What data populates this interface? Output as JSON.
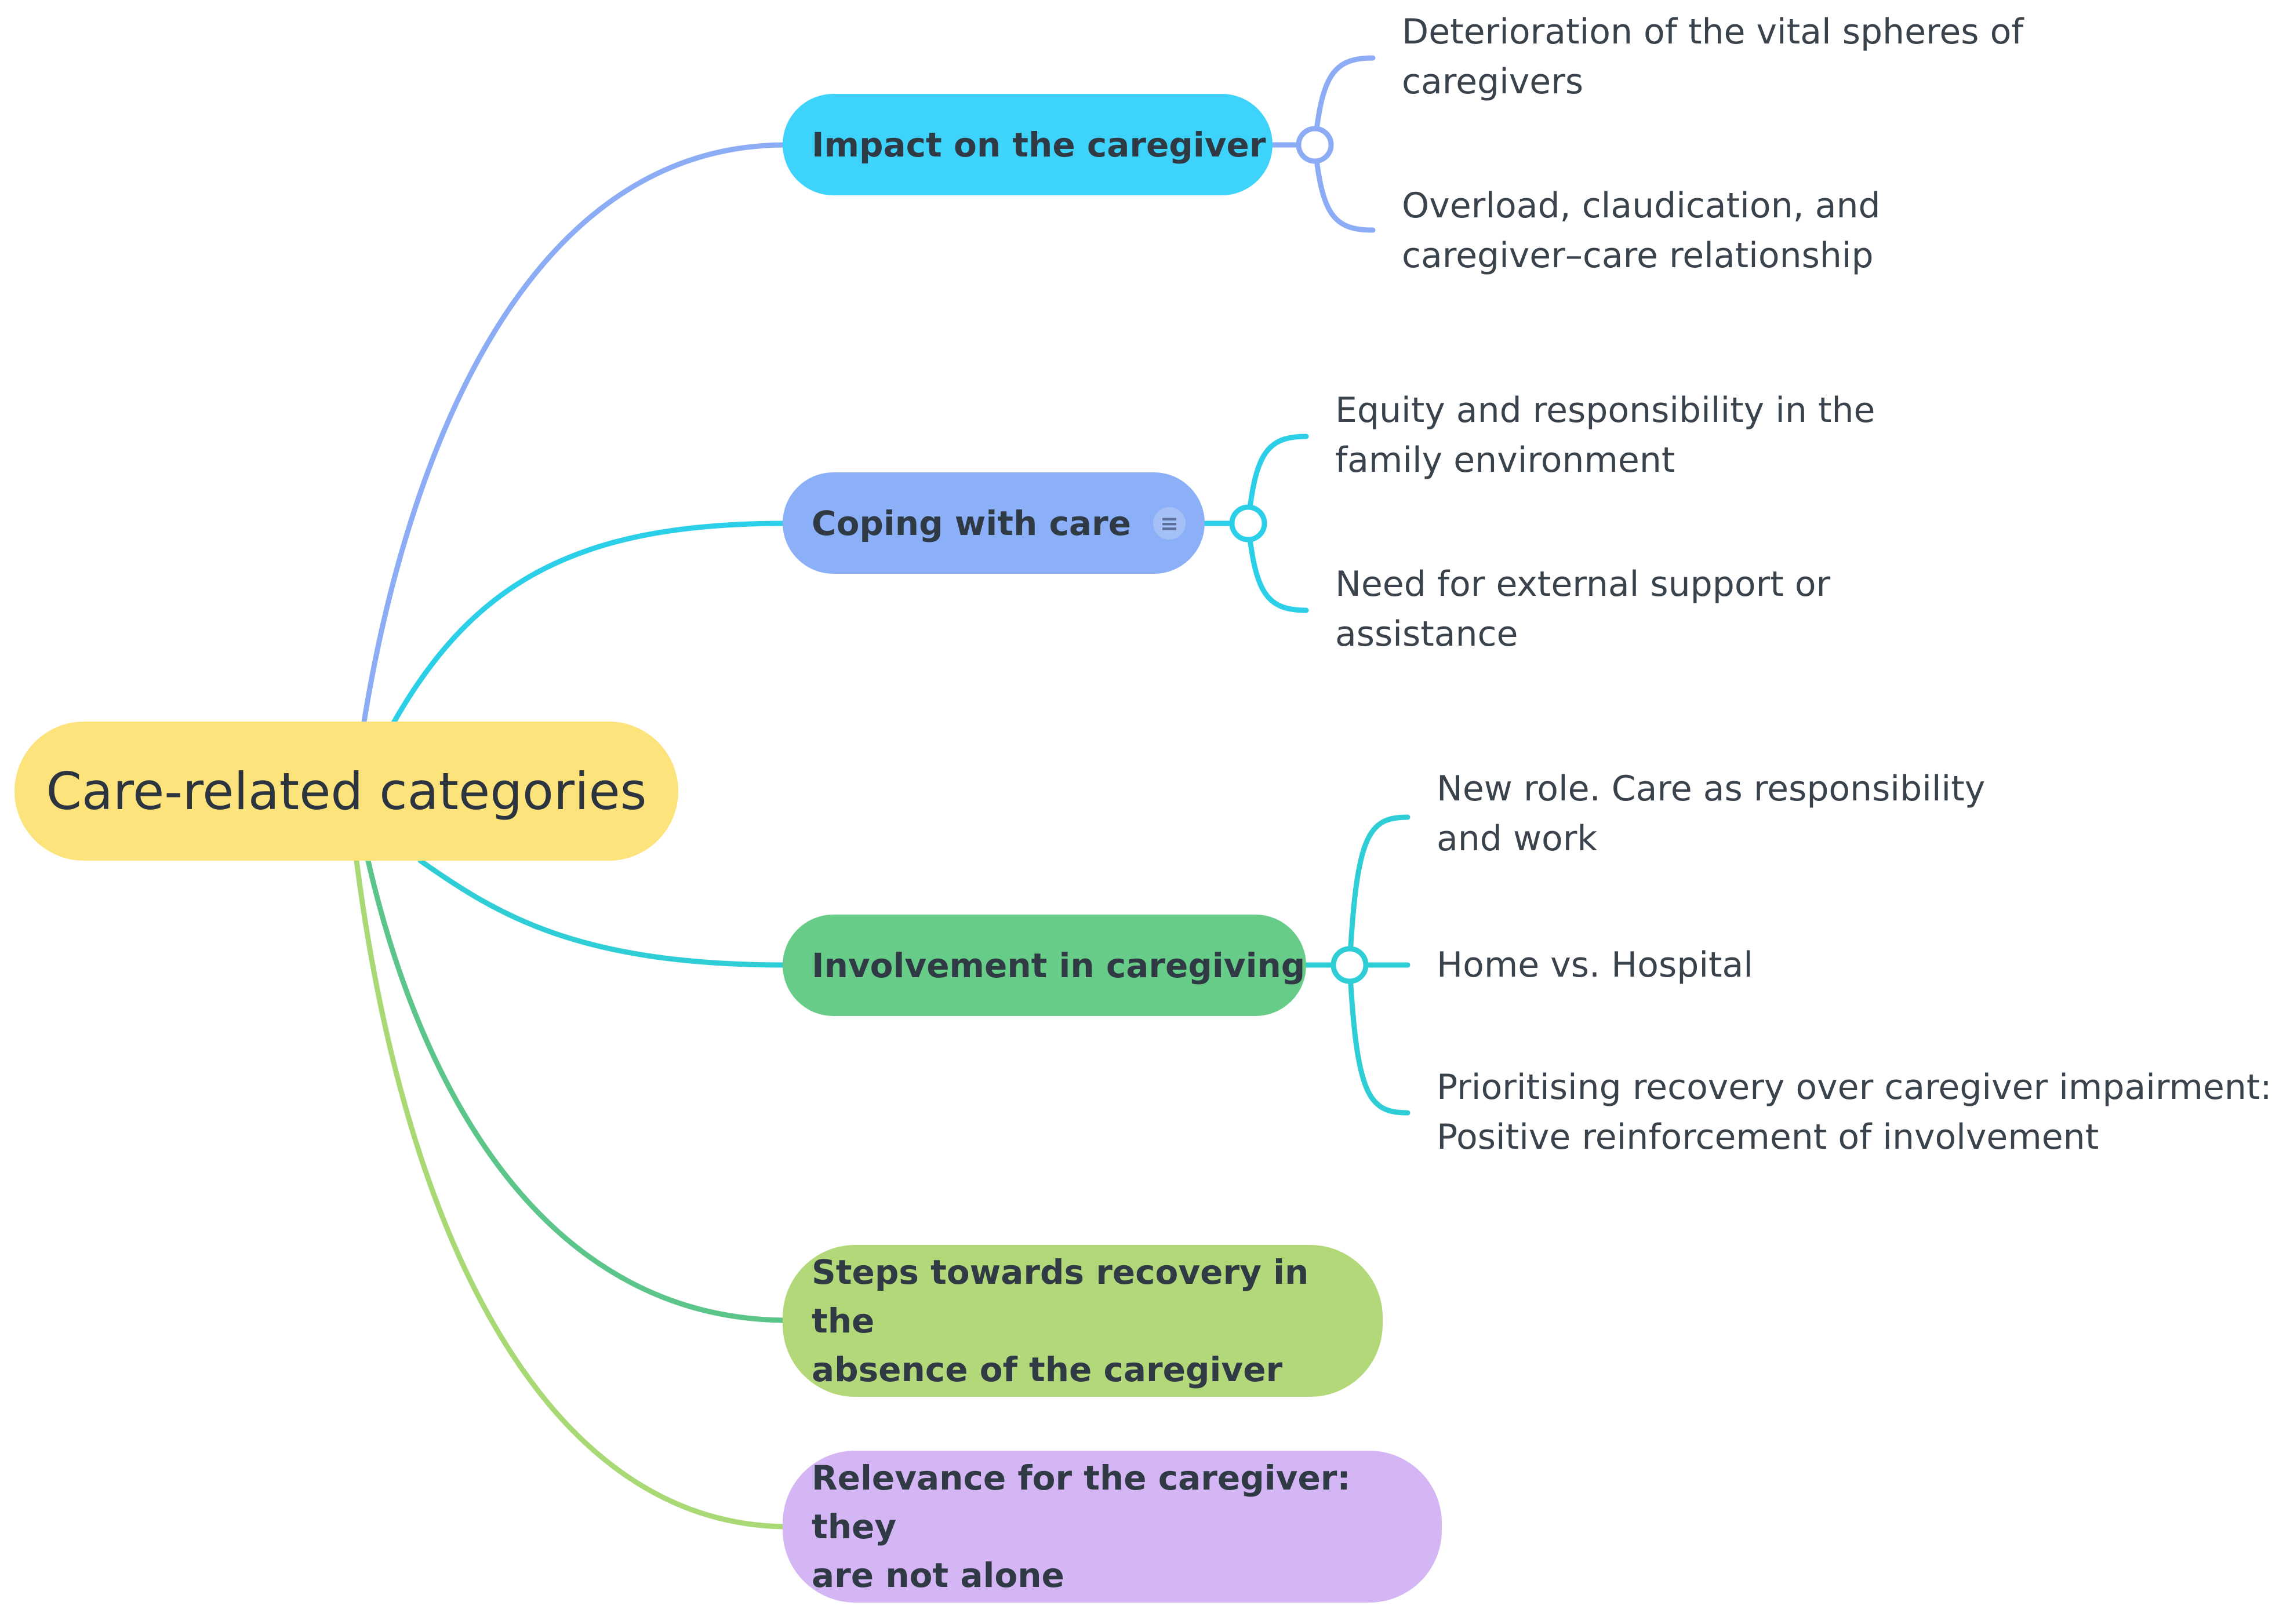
{
  "root": {
    "label": "Care-related categories"
  },
  "branches": [
    {
      "label": "Impact on the caregiver",
      "color": "#3ed3fb",
      "link_color": "#8cacf5",
      "children": [
        {
          "lines": [
            "Deterioration of the vital spheres of",
            "caregivers"
          ]
        },
        {
          "lines": [
            "Overload, claudication, and",
            "caregiver–care relationship"
          ]
        }
      ]
    },
    {
      "label": "Coping with care",
      "color": "#8bb0f7",
      "link_color": "#2ccfe8",
      "note_icon": "note-icon",
      "children": [
        {
          "lines": [
            "Equity and responsibility in the",
            "family environment"
          ]
        },
        {
          "lines": [
            "Need for external support or",
            "assistance"
          ]
        }
      ]
    },
    {
      "label": "Involvement in caregiving",
      "color": "#66cc88",
      "link_color": "#2fcdd6",
      "children": [
        {
          "lines": [
            "New role. Care as responsibility",
            "and work"
          ]
        },
        {
          "lines": [
            "Home vs. Hospital"
          ]
        },
        {
          "lines": [
            "Prioritising recovery over caregiver impairment:",
            "Positive reinforcement of involvement"
          ]
        }
      ]
    },
    {
      "lines": [
        "Steps towards recovery in the",
        "absence of the caregiver"
      ],
      "color": "#b3d87a",
      "link_color": "#5cc58a"
    },
    {
      "lines": [
        "Relevance for the caregiver: they",
        "are not alone"
      ],
      "color": "#d5b6f5",
      "link_color": "#a9d975"
    }
  ]
}
